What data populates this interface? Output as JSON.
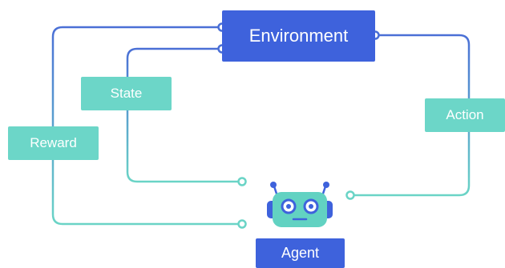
{
  "nodes": {
    "environment": "Environment",
    "state": "State",
    "reward": "Reward",
    "action": "Action",
    "agent": "Agent"
  },
  "colors": {
    "blue": "#3e62dc",
    "teal": "#6cd6c8",
    "robot_head": "#62d2c2",
    "line_blue": "#4a6fd6",
    "line_teal": "#6ad4c6"
  },
  "icons": {
    "agent": "robot-icon"
  }
}
